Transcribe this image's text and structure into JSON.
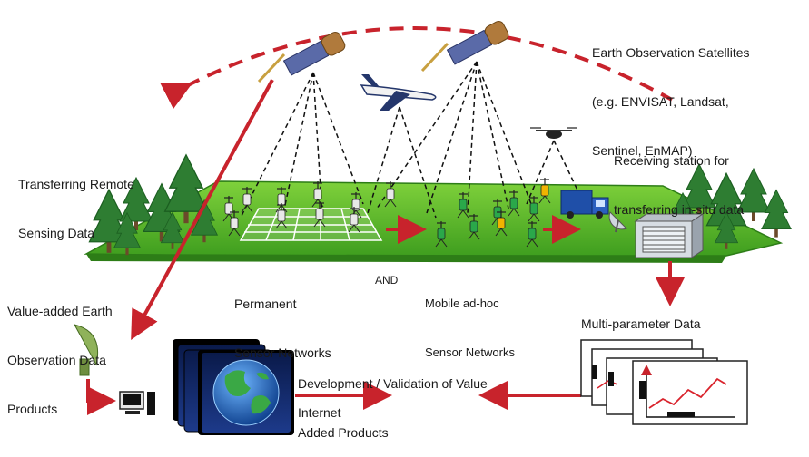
{
  "colors": {
    "arrow_red": "#c8232c",
    "ground_green": "#5cbf2a",
    "tree_green": "#2e7d32",
    "text": "#1a1a1a",
    "truck_blue": "#1f4fa8",
    "sensor_green": "#2aa84a",
    "sensor_yellow": "#f0b400"
  },
  "icons": [
    "satellite-icon",
    "airplane-icon",
    "drone-icon",
    "tree-icon",
    "sensor-icon",
    "truck-icon",
    "satellite-dish-icon",
    "building-icon",
    "computer-icon",
    "globe-icon",
    "data-chart-icon"
  ],
  "labels": {
    "satellites": [
      "Earth Observation Satellites",
      "(e.g. ENVISAT, Landsat,",
      "Sentinel, EnMAP)"
    ],
    "receiving_station": [
      "Receiving station for",
      "transferring in-situ data"
    ],
    "transferring_rs": [
      "Transferring Remote",
      "Sensing Data"
    ],
    "value_added": [
      "Value-added Earth",
      "Observation Data",
      "Products"
    ],
    "permanent": [
      "Permanent",
      "Sensor Networks"
    ],
    "and": "AND",
    "mobile": [
      "Mobile ad-hoc",
      "Sensor Networks"
    ],
    "multi_param": "Multi-parameter Data",
    "development": [
      "Development / Validation of Value",
      "Added Products"
    ],
    "internet": "Internet"
  }
}
